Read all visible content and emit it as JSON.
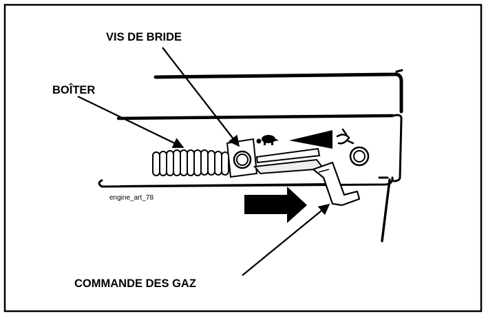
{
  "labels": {
    "flange_screw": "VIS DE BRIDE",
    "housing": "BOÎTER",
    "throttle_control": "COMMANDE DES GAZ"
  },
  "art_id": "engine_art_78",
  "icons": {
    "slow": "turtle-icon",
    "fast": "rabbit-icon"
  }
}
